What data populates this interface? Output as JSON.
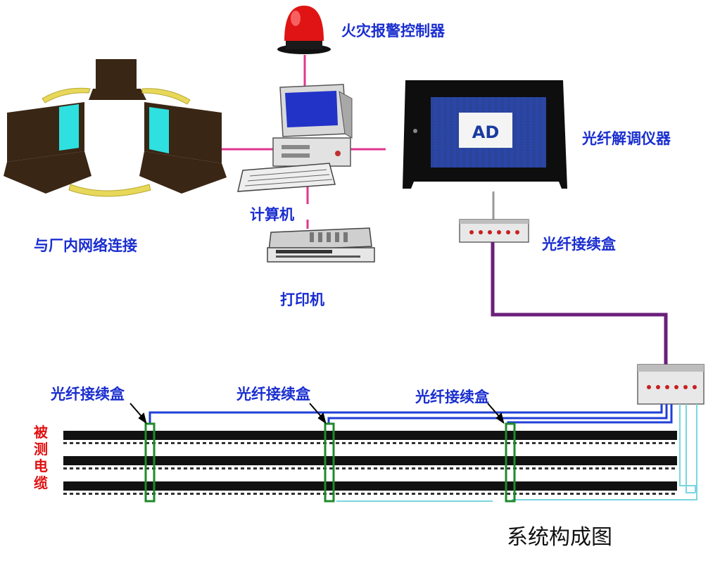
{
  "labels": {
    "fire_alarm": "火灾报警控制器",
    "network": "与厂内网络连接",
    "computer": "计算机",
    "printer": "打印机",
    "demodulator": "光纤解调仪器",
    "splice_box_top": "光纤接续盒",
    "splice_box_1": "光纤接续盒",
    "splice_box_2": "光纤接续盒",
    "splice_box_3": "光纤接续盒",
    "cable_under_test": "被测电缆",
    "caption": "系统构成图"
  },
  "colors": {
    "label": "#1a2ecf",
    "red_label": "#e01010",
    "link_pink": "#e0368f",
    "fiber_purple": "#6b1f7a",
    "fiber_blue": "#1f3fd6",
    "fiber_cyan": "#79d6e0",
    "sensor_green": "#1f8a2a",
    "cable_black": "#111111",
    "alarm_red": "#e01414",
    "screen_cyan": "#2ee0e0",
    "monitor_brown": "#3a2615"
  }
}
